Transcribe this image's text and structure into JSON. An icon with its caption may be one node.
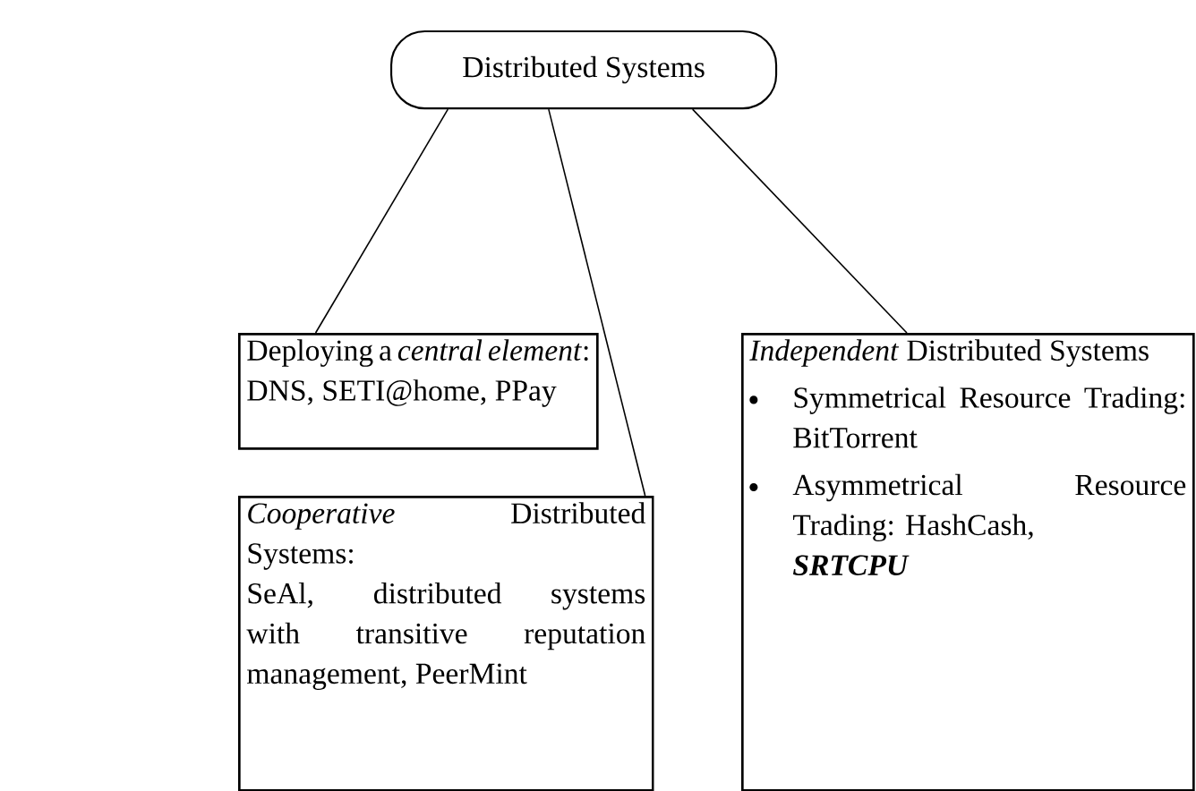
{
  "diagram": {
    "nodes": [
      {
        "text": [
          "Distributed Systems"
        ]
      },
      {
        "text": [
          "Deploying a *central element*:",
          "DNS, SETI@home, PPay"
        ]
      },
      {
        "text": [
          "*Cooperative* Distributed Systems:",
          "SeAl, distributed systems with transitive reputation management, PeerMint"
        ]
      },
      {
        "text": [
          "*Independent* Distributed Systems",
          "Symmetrical Resource Trading: BitTorrent",
          "Asymmetrical Resource Trading: HashCash,",
          "SRTCPU"
        ]
      }
    ],
    "edges": [
      {
        "from": 0,
        "to": 1,
        "arrow": "none"
      },
      {
        "from": 0,
        "to": 2,
        "arrow": "none"
      },
      {
        "from": 0,
        "to": 3,
        "arrow": "none"
      }
    ]
  }
}
